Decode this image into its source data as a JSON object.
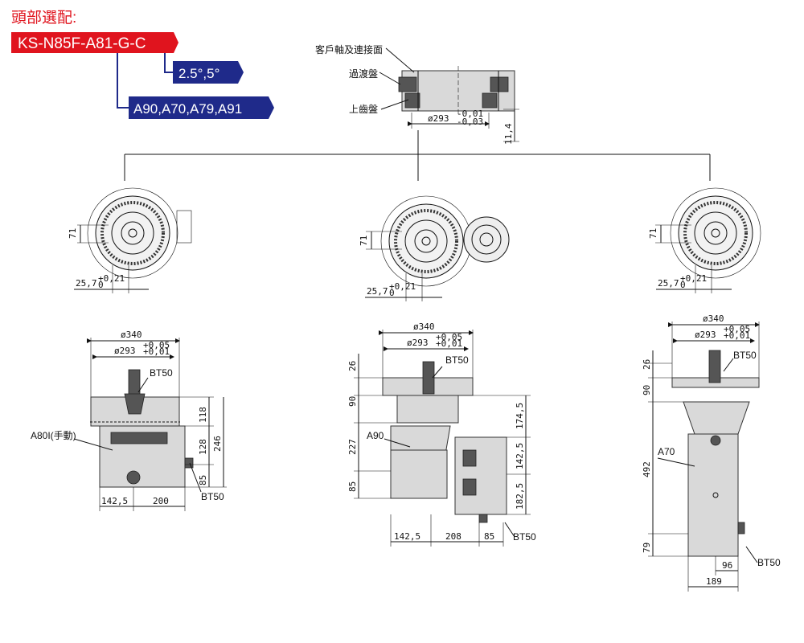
{
  "title": "頭部選配:",
  "model_code": "KS-N85F-A81-G-C",
  "option_angle": "2.5°,5°",
  "option_heads": "A90,A70,A79,A91",
  "colors": {
    "red": "#e0141e",
    "navy": "#1f2a8a",
    "navy_line": "#1f2a8a"
  },
  "top_section": {
    "customer_face": "客戶軸及連接面",
    "transition_plate": "過渡盤",
    "upper_gear_plate": "上齒盤",
    "dia_293": "ø293",
    "tol_upper": "-0,01",
    "tol_lower": "-0,03",
    "height_11_4": "11,4"
  },
  "plan_views": [
    {
      "dim_71": "71",
      "dim_25_7": "25,7",
      "tol_up": "+0,21",
      "tol_low": "0"
    },
    {
      "dim_71": "71",
      "dim_25_7": "25,7",
      "tol_up": "+0,21",
      "tol_low": "0"
    },
    {
      "dim_71": "71",
      "dim_25_7": "25,7",
      "tol_up": "+0,21",
      "tol_low": "0"
    }
  ],
  "left_view": {
    "dia_340": "ø340",
    "dia_293": "ø293",
    "tol_up": "+0,05",
    "tol_low": "+0,01",
    "bt50_top": "BT50",
    "bt50_bottom": "BT50",
    "head": "A80I(手動)",
    "d118": "118",
    "d128": "128",
    "d246": "246",
    "d85": "85",
    "d142_5": "142,5",
    "d200": "200"
  },
  "middle_view": {
    "dia_340": "ø340",
    "dia_293": "ø293",
    "tol_up": "+0,05",
    "tol_low": "+0,01",
    "bt50_top": "BT50",
    "bt50_bottom": "BT50",
    "head": "A90",
    "d26": "26",
    "d90": "90",
    "d227": "227",
    "d85": "85",
    "d174_5": "174,5",
    "d142_5_r": "142,5",
    "d182_5": "182,5",
    "d142_5": "142,5",
    "d208": "208",
    "d85_b": "85"
  },
  "right_view": {
    "dia_340": "ø340",
    "dia_293": "ø293",
    "tol_up": "+0,05",
    "tol_low": "+0,01",
    "bt50_top": "BT50",
    "bt50_bottom": "BT50",
    "head": "A70",
    "d26": "26",
    "d90": "90",
    "d492": "492",
    "d79": "79",
    "d96": "96",
    "d189": "189"
  }
}
